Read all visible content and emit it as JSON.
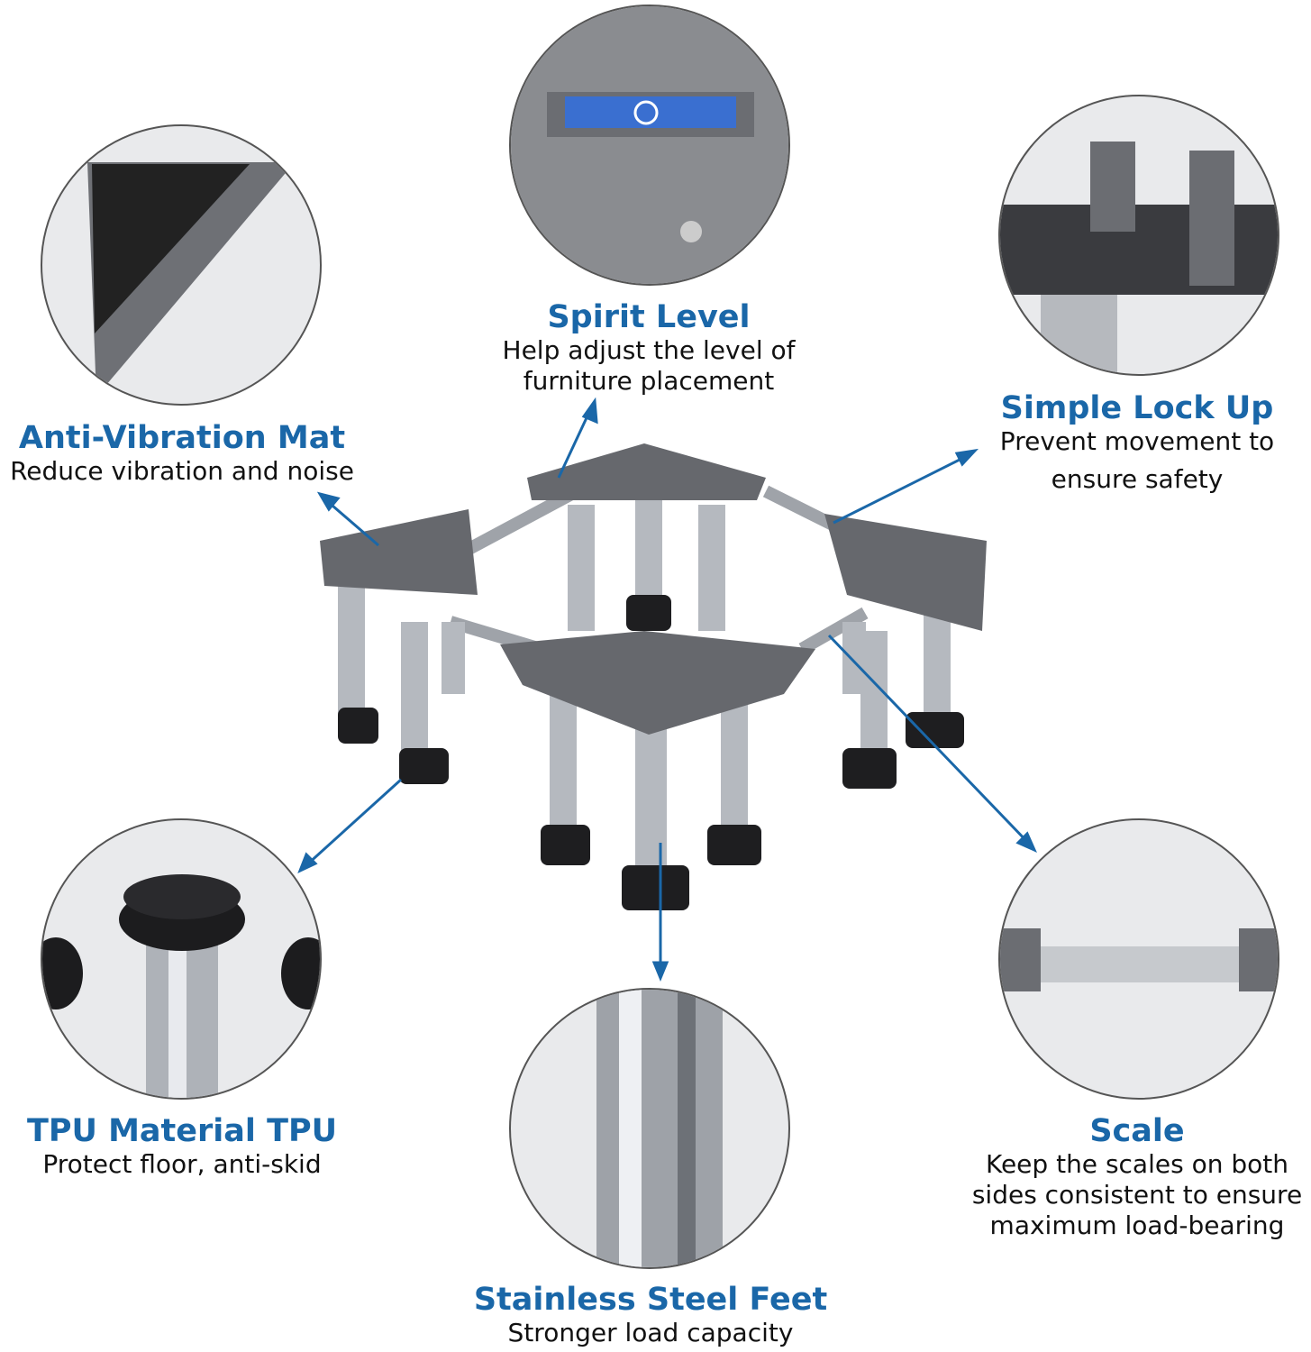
{
  "features": [
    {
      "title": "Anti-Vibration Mat",
      "desc": [
        "Reduce vibration and noise"
      ]
    },
    {
      "title": "Spirit Level",
      "desc": [
        "Help adjust the level of",
        "furniture placement"
      ]
    },
    {
      "title": "Simple Lock Up",
      "desc": [
        "Prevent movement to",
        "ensure safety"
      ]
    },
    {
      "title": "TPU Material TPU",
      "desc": [
        "Protect floor, anti-skid"
      ]
    },
    {
      "title": "Stainless Steel Feet",
      "desc": [
        "Stronger load capacity"
      ]
    },
    {
      "title": "Scale",
      "desc": [
        "Keep the scales on both",
        "sides consistent to ensure",
        "maximum load-bearing"
      ]
    }
  ],
  "colors": {
    "accent": "#1a67a8",
    "frame": "#5f6166",
    "steel": "#b8bcc2"
  }
}
